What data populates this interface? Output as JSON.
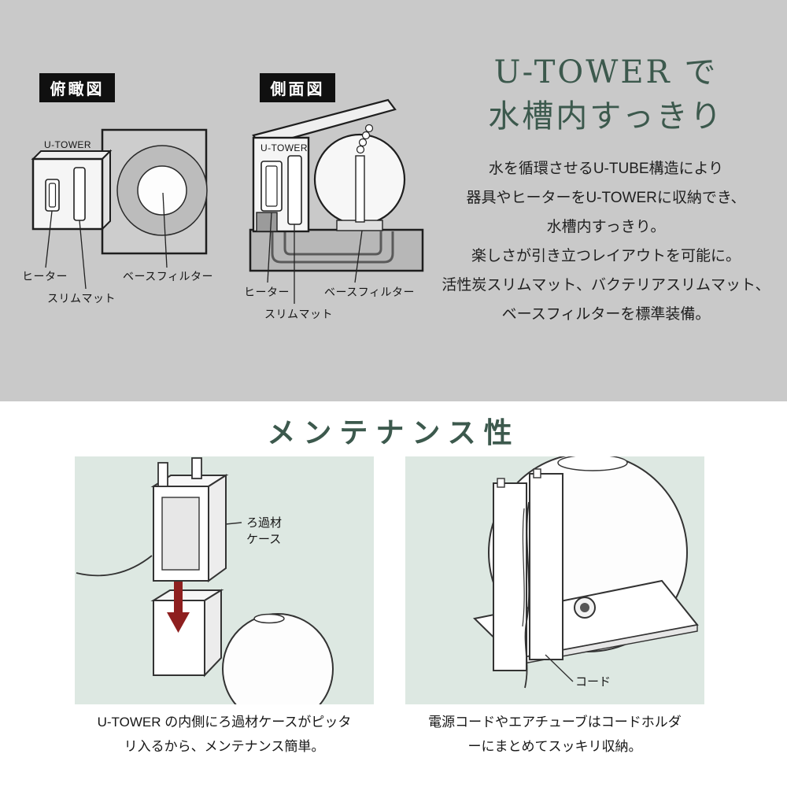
{
  "feature": {
    "badge_top_view": "俯瞰図",
    "badge_side_view": "側面図",
    "top_diagram": {
      "utower": "U-TOWER",
      "heater": "ヒーター",
      "slim_mat": "スリムマット",
      "base_filter": "ベースフィルター"
    },
    "side_diagram": {
      "utower": "U-TOWER",
      "heater": "ヒーター",
      "slim_mat": "スリムマット",
      "base_filter": "ベースフィルター"
    },
    "title_line1": "U-TOWER で",
    "title_line2": "水槽内すっきり",
    "body_lines": [
      "水を循環させるU-TUBE構造により",
      "器具やヒーターをU-TOWERに収納でき、",
      "水槽内すっきり。",
      "楽しさが引き立つレイアウトを可能に。",
      "活性炭スリムマット、バクテリアスリムマット、",
      "ベースフィルターを標準装備。"
    ]
  },
  "maintenance": {
    "title": "メンテナンス性",
    "left_panel": {
      "callout_line1": "ろ過材",
      "callout_line2": "ケース",
      "caption_line1": "U-TOWER の内側にろ過材ケースがピッタ",
      "caption_line2": "リ入るから、メンテナンス簡単。"
    },
    "right_panel": {
      "callout": "コード",
      "caption_line1": "電源コードやエアチューブはコードホルダ",
      "caption_line2": "ーにまとめてスッキリ収納。"
    }
  },
  "colors": {
    "top_background": "#c9c9c9",
    "accent_green": "#3c594d",
    "panel_mint": "#dde8e2",
    "arrow_red": "#8e1f1f",
    "badge_black": "#101010"
  }
}
